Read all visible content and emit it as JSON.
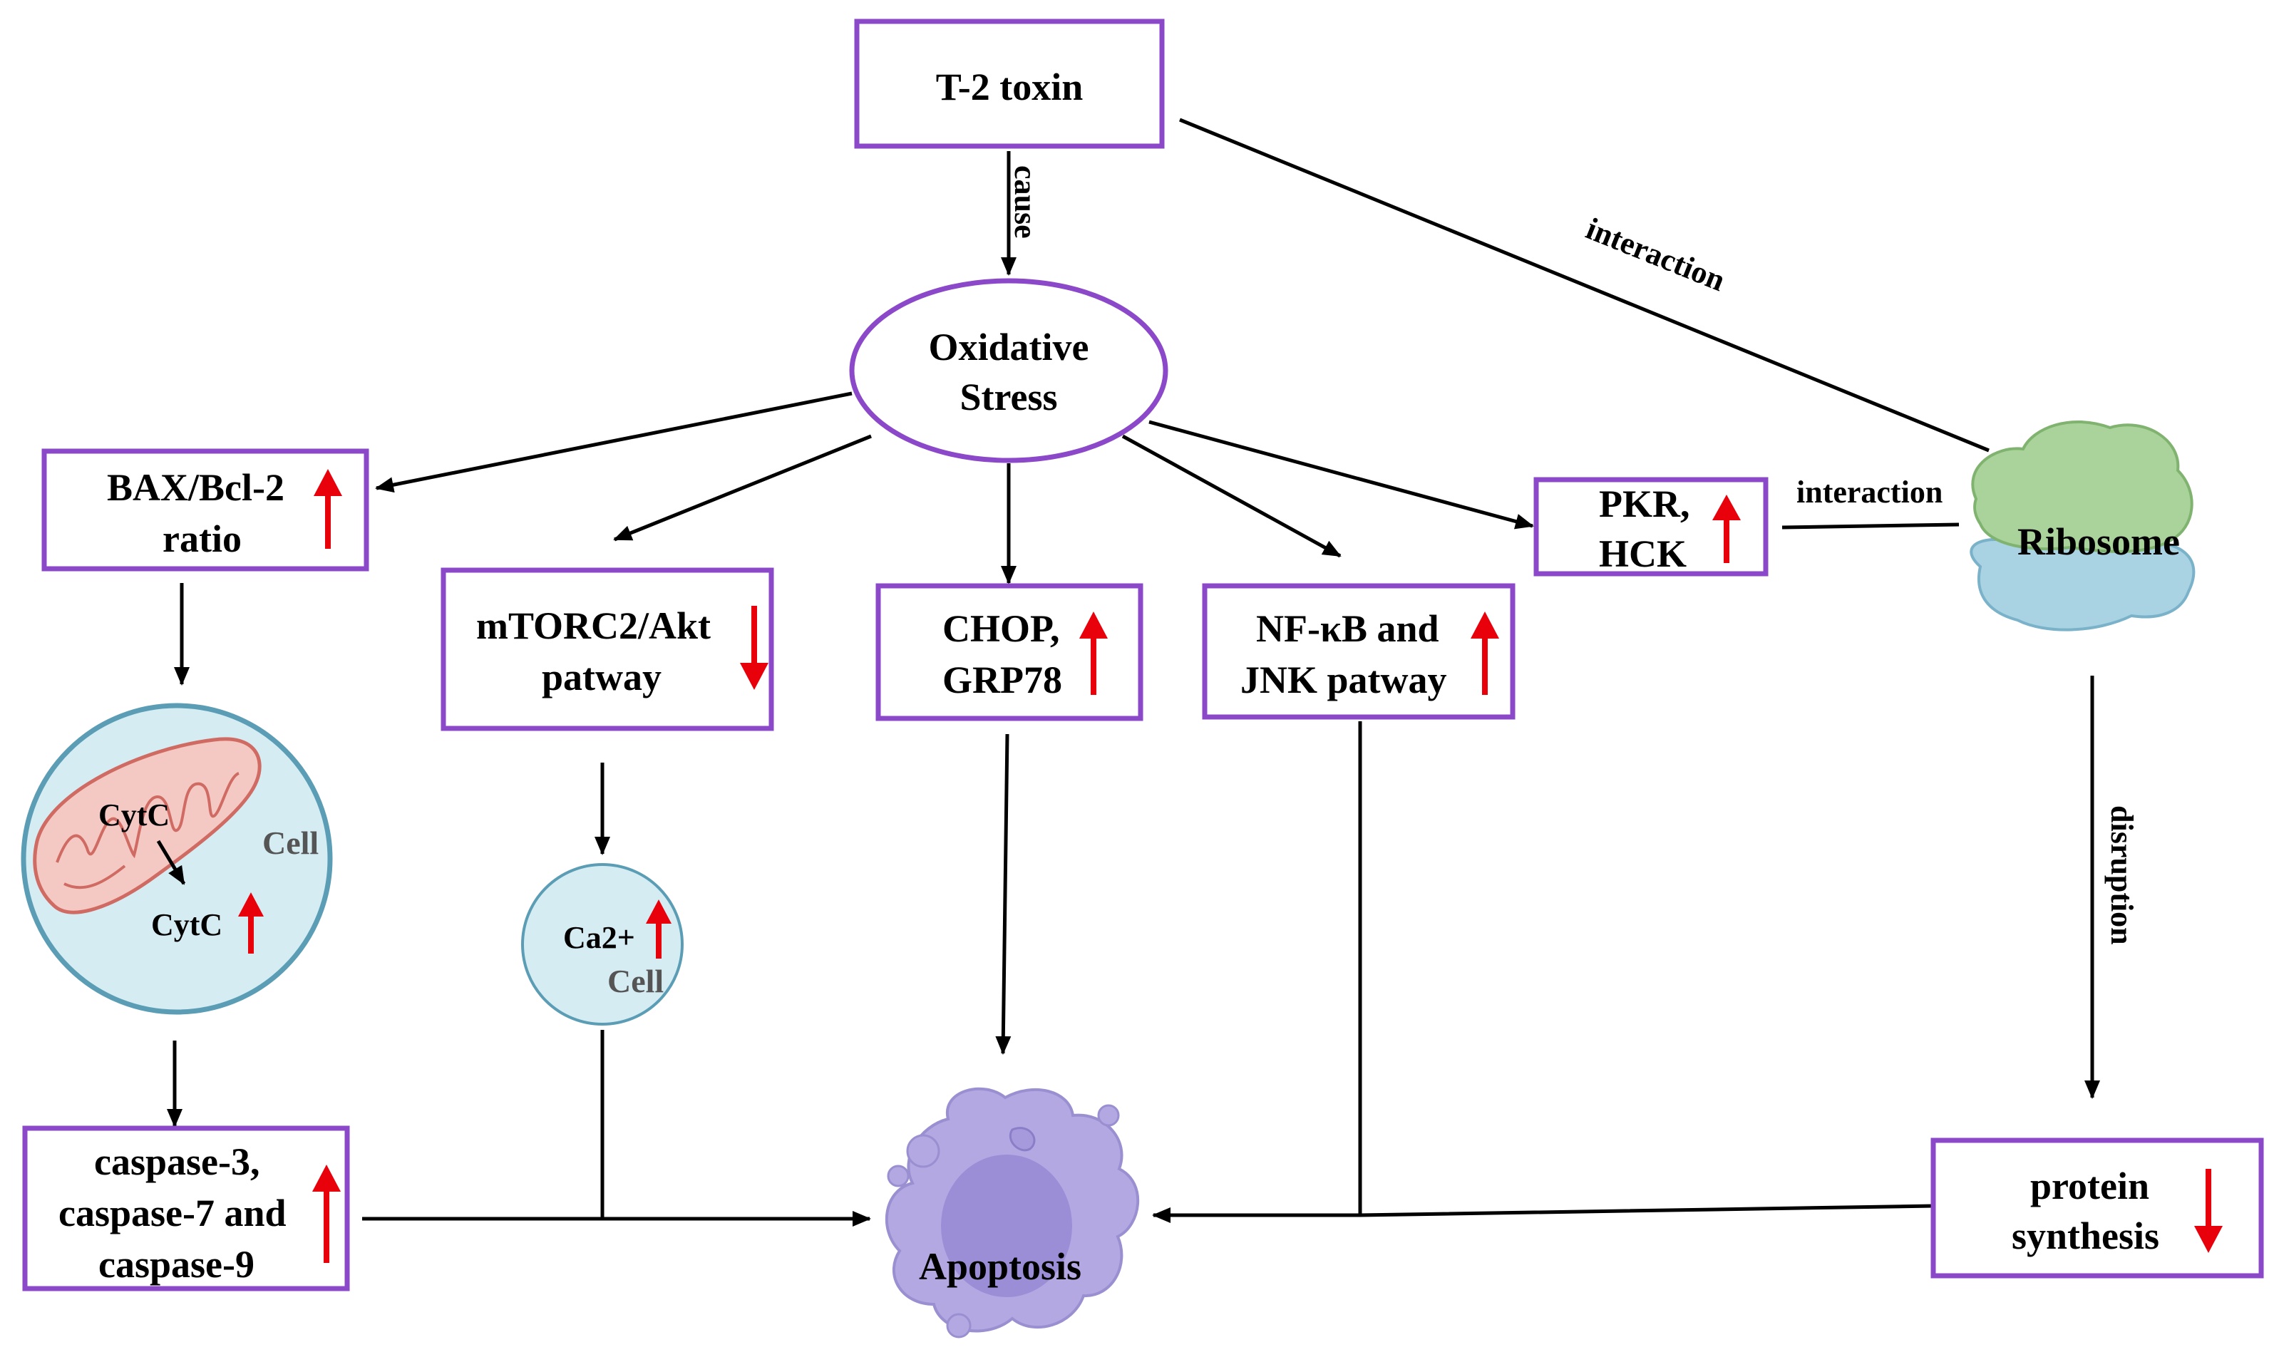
{
  "diagram": {
    "nodes": {
      "t2_toxin": {
        "label": "T-2 toxin"
      },
      "oxidative_stress": {
        "line1": "Oxidative",
        "line2": "Stress"
      },
      "bax_bcl2": {
        "line1": "BAX/Bcl-2",
        "line2": "ratio",
        "trend": "up"
      },
      "mtorc2_akt": {
        "line1": "mTORC2/Akt",
        "line2": "patway",
        "trend": "down"
      },
      "chop_grp78": {
        "line1": "CHOP,",
        "line2": "GRP78",
        "trend": "up"
      },
      "nfkb_jnk": {
        "line1": "NF-κB and",
        "line2": "JNK patway",
        "trend": "up"
      },
      "pkr_hck": {
        "line1": "PKR,",
        "line2": "HCK",
        "trend": "up"
      },
      "ribosome": {
        "label": "Ribosome"
      },
      "mitochondria_cell": {
        "cytc_inner": "CytC",
        "cytc_outer": "CytC",
        "cell": "Cell",
        "trend": "up"
      },
      "ca_cell": {
        "ion": "Ca2+",
        "cell": "Cell",
        "trend": "up"
      },
      "caspases": {
        "line1": "caspase-3,",
        "line2": "caspase-7 and",
        "line3": "caspase-9",
        "trend": "up"
      },
      "protein_synthesis": {
        "line1": "protein",
        "line2": "synthesis",
        "trend": "down"
      },
      "apoptosis": {
        "label": "Apoptosis"
      }
    },
    "edge_labels": {
      "cause": "cause",
      "interaction_diagonal": "interaction",
      "interaction_horizontal": "interaction",
      "disruption": "disruption"
    },
    "colors": {
      "box_border": "#8b48c9",
      "trend_arrow": "#e8000b",
      "cell_fill": "#d6ecf3",
      "cell_border": "#5b9db5",
      "mitochondria": "#f4c9c4",
      "ribosome_top": "#a9d39b",
      "ribosome_bottom": "#a9d2e3",
      "apoptosis_cell": "#b4a8e2"
    }
  }
}
